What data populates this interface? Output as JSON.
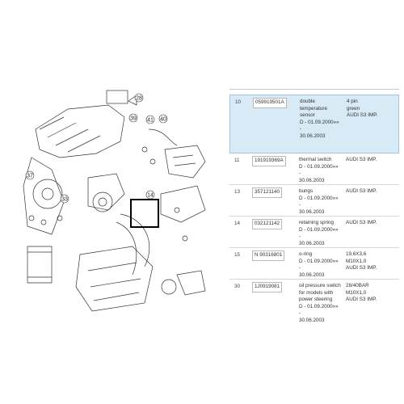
{
  "diagram": {
    "callouts": [
      "28",
      "39",
      "41",
      "40",
      "37",
      "33",
      "14"
    ]
  },
  "parts_list": {
    "rows": [
      {
        "pos": "10",
        "number": "059919501A",
        "desc": [
          "double",
          "temperature",
          "sensor",
          "D - 01.09.2000»» -",
          "30.06.2003"
        ],
        "info": [
          "4 pin",
          "green",
          "AUDI S3 IMP."
        ],
        "selected": true
      },
      {
        "pos": "11",
        "number": "191919369A",
        "desc": [
          "thermal switch",
          "D - 01.09.2000»» -",
          "30.06.2003"
        ],
        "info": [
          "AUDI S3 IMP."
        ],
        "selected": false
      },
      {
        "pos": "13",
        "number": "357121140",
        "desc": [
          "bungs",
          "D - 01.09.2000»» -",
          "30.06.2003"
        ],
        "info": [
          "AUDI S3 IMP."
        ],
        "selected": false
      },
      {
        "pos": "14",
        "number": "032121142",
        "desc": [
          "retaining spring",
          "D - 01.09.2000»» -",
          "30.06.2003"
        ],
        "info": [
          "AUDI S3 IMP."
        ],
        "selected": false
      },
      {
        "pos": "15",
        "number": "N 90316801",
        "desc": [
          "o-ring",
          "D - 01.09.2000»» -",
          "30.06.2003"
        ],
        "info": [
          "19,6X3,6",
          "M10X1,0",
          "AUDI S3 IMP."
        ],
        "selected": false
      },
      {
        "pos": "30",
        "number": "1J0919081",
        "desc": [
          "oil pressure switch",
          "for models with",
          "power steering",
          "D - 01.09.2000»» -",
          "30.06.2003"
        ],
        "info": [
          "28/40BAR",
          "M10X1,0",
          "AUDI S3 IMP."
        ],
        "selected": false
      }
    ]
  }
}
